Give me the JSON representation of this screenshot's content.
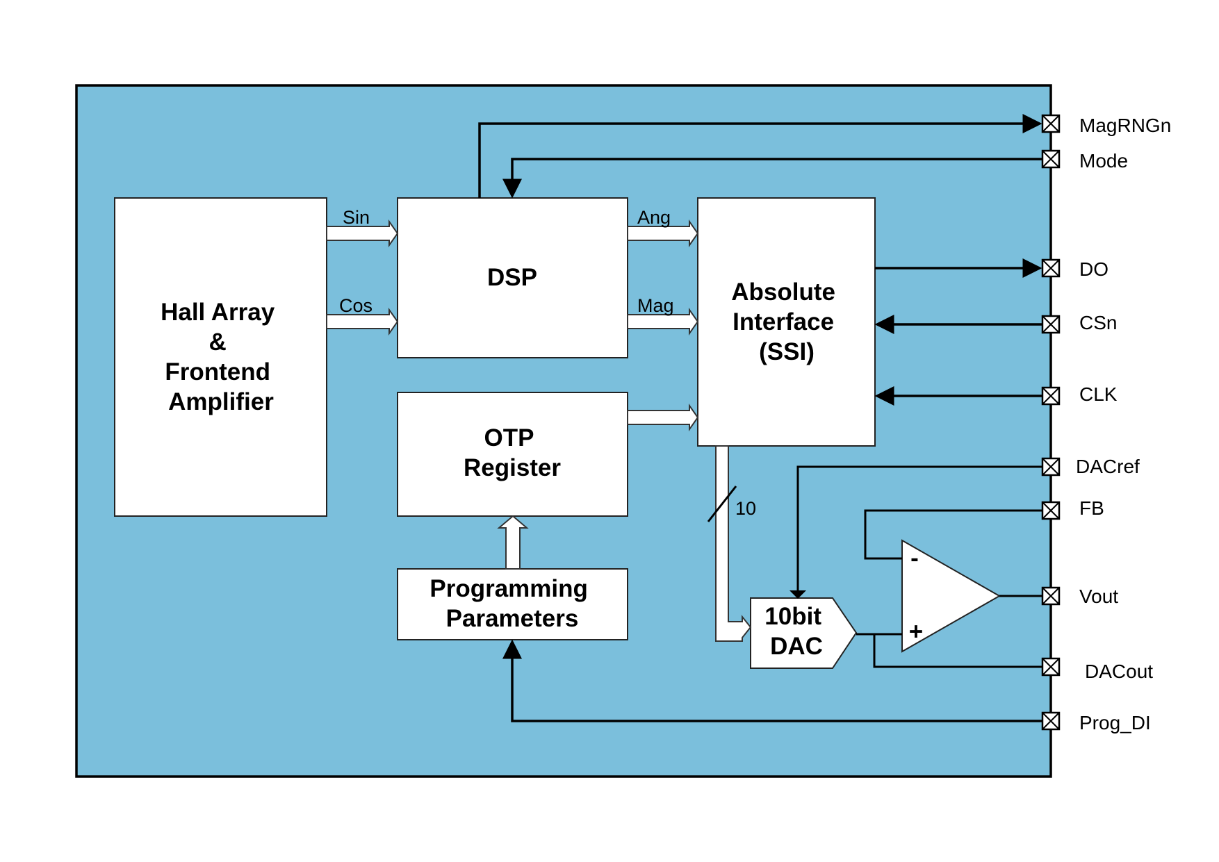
{
  "colors": {
    "chip_fill": "#7bbfdc",
    "block_fill": "#ffffff",
    "line": "#000000"
  },
  "blocks": {
    "hall": [
      "Hall Array",
      "&",
      "Frontend",
      "Amplifier"
    ],
    "dsp": [
      "DSP"
    ],
    "abs": [
      "Absolute",
      "Interface",
      "(SSI)"
    ],
    "otp": [
      "OTP",
      "Register"
    ],
    "prog": [
      "Programming",
      "Parameters"
    ],
    "dac": [
      "10bit",
      "DAC"
    ]
  },
  "signals": {
    "sin": "Sin",
    "cos": "Cos",
    "ang": "Ang",
    "mag": "Mag",
    "bus_width": "10"
  },
  "opamp": {
    "minus": "-",
    "plus": "+"
  },
  "pins": {
    "magrngn": "MagRNGn",
    "mode": "Mode",
    "do": "DO",
    "csn": "CSn",
    "clk": "CLK",
    "dacref": "DACref",
    "fb": "FB",
    "vout": "Vout",
    "dacout": "DACout",
    "prog_di": "Prog_DI"
  }
}
